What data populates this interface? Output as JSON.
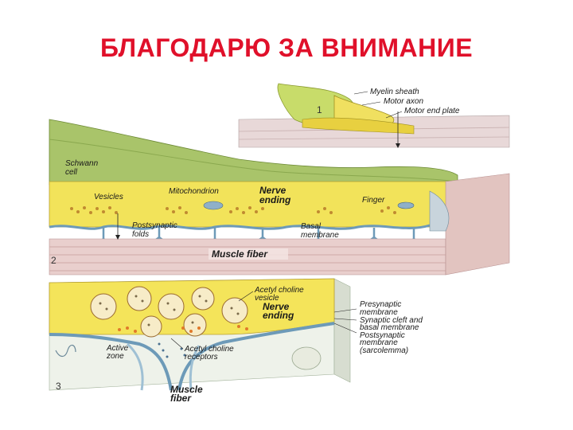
{
  "slide": {
    "title": "БЛАГОДАРЮ ЗА ВНИМАНИЕ"
  },
  "figure": {
    "panel_numbers": [
      "1",
      "2",
      "3"
    ],
    "labels_top": {
      "myelin_sheath": "Myelin sheath",
      "motor_axon": "Motor axon",
      "motor_end_plate": "Motor end plate"
    },
    "labels_mid": {
      "schwann_cell": "Schwann",
      "schwann_cell_2": "cell",
      "mitochondrion": "Mitochondrion",
      "nerve": "Nerve",
      "ending": "ending",
      "vesicles": "Vesicles",
      "finger": "Finger",
      "postsynaptic": "Postsynaptic",
      "folds": "folds",
      "basal": "Basal",
      "membrane": "membrane",
      "muscle_fiber": "Muscle fiber"
    },
    "labels_bottom": {
      "acetyl_choline": "Acetyl choline",
      "vesicle": "vesicle",
      "nerve": "Nerve",
      "ending": "ending",
      "presynaptic": "Presynaptic",
      "presynaptic_2": "membrane",
      "synaptic_cleft": "Synaptic cleft and",
      "synaptic_cleft_2": "basal membrane",
      "postsynaptic": "Postsynaptic",
      "postsynaptic_2": "membrane",
      "postsynaptic_3": "(sarcolemma)",
      "active": "Active",
      "zone": "zone",
      "ach_receptors": "Acetyl choline",
      "ach_receptors_2": "receptors",
      "muscle": "Muscle",
      "fiber": "fiber"
    }
  }
}
